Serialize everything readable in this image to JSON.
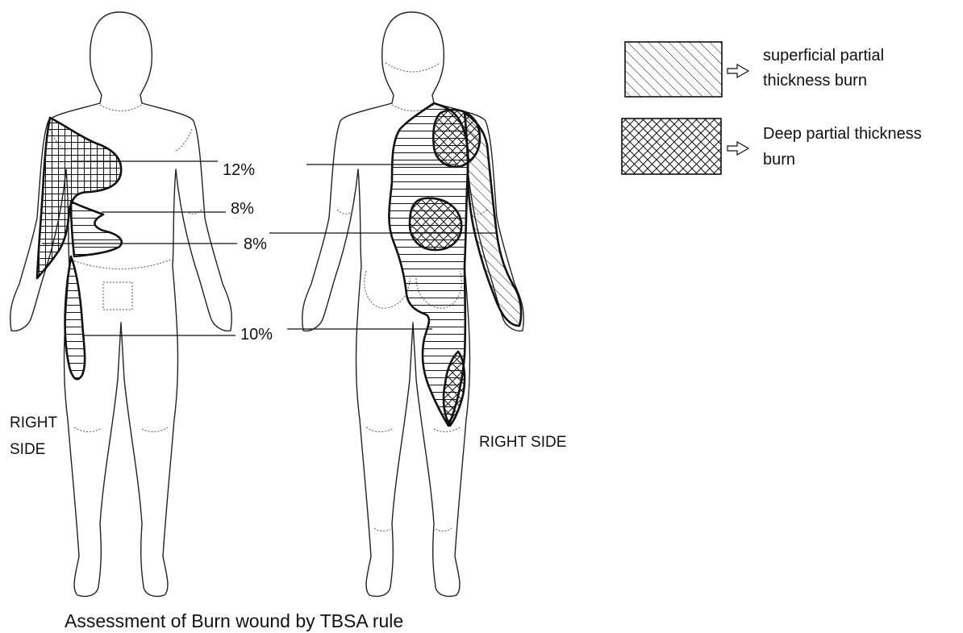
{
  "legend": {
    "superficial_label_line1": "superficial partial",
    "superficial_label_line2": "thickness burn",
    "deep_label_line1": "Deep partial thickness",
    "deep_label_line2": "burn"
  },
  "annotations": {
    "pct_1": "12%",
    "pct_2": "8%",
    "pct_3": "8%",
    "pct_4": "10%"
  },
  "side_labels": {
    "front_line1": "RIGHT",
    "front_line2": "SIDE",
    "back": "RIGHT SIDE"
  },
  "caption": "Assessment of Burn wound by TBSA rule",
  "colors": {
    "line": "#111111",
    "background": "#ffffff"
  }
}
